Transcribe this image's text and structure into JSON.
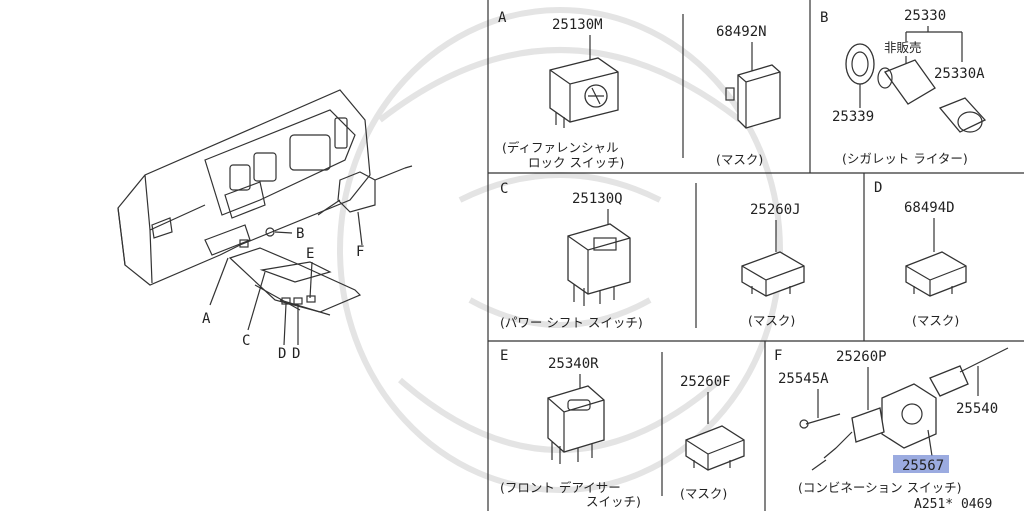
{
  "overview": {
    "callouts": [
      "A",
      "B",
      "C",
      "D",
      "D",
      "E",
      "F"
    ]
  },
  "panels": {
    "A": {
      "letter": "A",
      "part1": "25130M",
      "part2": "68492N",
      "caption1_line1": "(ディファレンシャル",
      "caption1_line2": "ロック スイッチ)",
      "caption2": "(マスク)"
    },
    "B": {
      "letter": "B",
      "part_main": "25330",
      "note": "非販売",
      "part_a": "25330A",
      "part_b": "25339",
      "caption": "(シガレット ライター)"
    },
    "C": {
      "letter": "C",
      "part1": "25130Q",
      "part2": "25260J",
      "caption1": "(パワー シフト スイッチ)",
      "caption2": "(マスク)"
    },
    "D": {
      "letter": "D",
      "part": "68494D",
      "caption": "(マスク)"
    },
    "E": {
      "letter": "E",
      "part1": "25340R",
      "part2": "25260F",
      "caption1_line1": "(フロント デアイサー",
      "caption1_line2": "スイッチ)",
      "caption2": "(マスク)"
    },
    "F": {
      "letter": "F",
      "part1": "25260P",
      "part2": "25545A",
      "part3": "25540",
      "part4": "25567",
      "caption": "(コンビネーション スイッチ)"
    }
  },
  "footer": {
    "code": "A251* 0469"
  },
  "colors": {
    "line": "#333333",
    "highlight": "#7a8fd6",
    "watermark": "#e4e4e4"
  }
}
